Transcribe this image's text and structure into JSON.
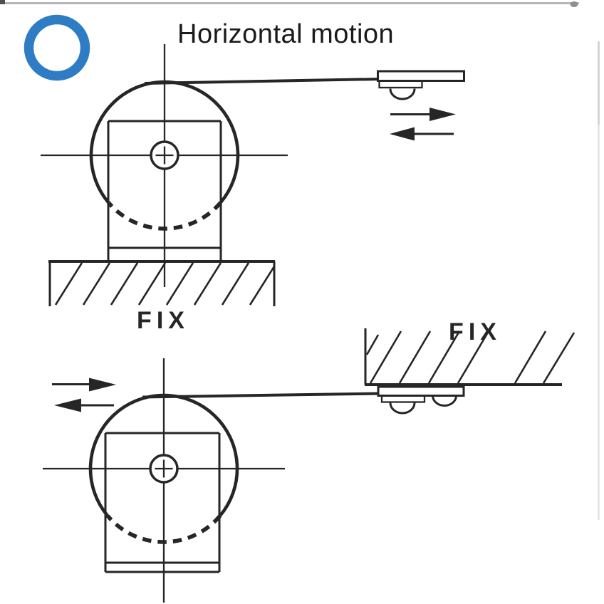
{
  "title": "Horizontal motion",
  "diagrams": {
    "top": {
      "fix_label": "FIX",
      "meaning": "drum fixed on base, sensor head moves horizontally"
    },
    "bottom": {
      "fix_label": "FIX",
      "meaning": "sensor head fixed to ceiling, drum moves horizontally"
    }
  },
  "colors": {
    "ink": "#262626",
    "accent_ring_blue": "#2e7dc4",
    "carriage_pad_gray": "#b3b3b3"
  }
}
